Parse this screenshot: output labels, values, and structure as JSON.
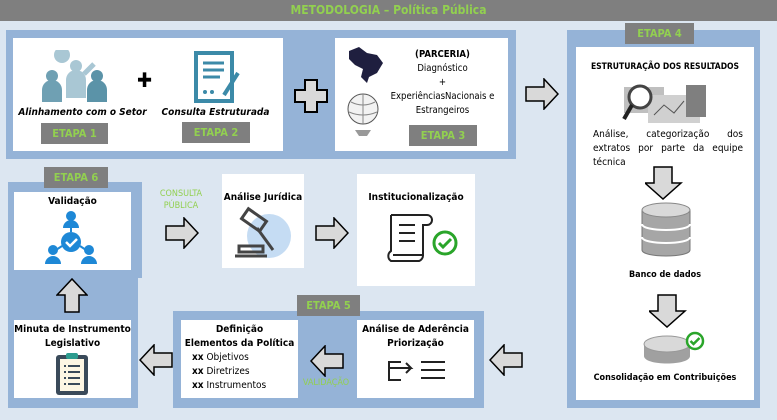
{
  "title": "METODOLOGIA – Política Pública",
  "etapas": {
    "e1": "ETAPA 1",
    "e2": "ETAPA 2",
    "e3": "ETAPA 3",
    "e4": "ETAPA 4",
    "e5": "ETAPA 5",
    "e6": "ETAPA 6"
  },
  "step1": {
    "label": "Alinhamento com o Setor"
  },
  "step2": {
    "label": "Consulta Estruturada"
  },
  "step3": {
    "line1": "(PARCERIA)",
    "line2": "Diagnóstico",
    "line3": "+",
    "line4": "ExperiênciasNacionais e",
    "line5": "Estrangeiros"
  },
  "step4": {
    "heading": "ESTRUTURAÇÃO DOS RESULTADOS",
    "description": "Análise, categorização dos extratos por parte da equipe técnica",
    "db_label": "Banco de dados",
    "consolidation": "Consolidação em Contribuições"
  },
  "step5": {
    "aderencia_l1": "Análise de Aderência",
    "aderencia_l2": "Priorização",
    "definicao_l1": "Definição",
    "definicao_l2": "Elementos da Política",
    "items": [
      {
        "prefix": "xx",
        "text": "Objetivos"
      },
      {
        "prefix": "xx",
        "text": "Diretrizes"
      },
      {
        "prefix": "xx",
        "text": "Instrumentos"
      }
    ],
    "validacao": "VALIDAÇÃO"
  },
  "step6": {
    "validacao": "Validação",
    "minuta": "Minuta de Instrumento Legislativo"
  },
  "consulta_publica": {
    "l1": "CONSULTA",
    "l2": "PÚBLICA"
  },
  "analise_juridica": "Análise Jurídica",
  "institucionalizacao": "Institucionalização",
  "colors": {
    "background": "#dce6f1",
    "panel": "#95b3d7",
    "titlebar": "#7f7f7f",
    "accent": "#92d050"
  }
}
